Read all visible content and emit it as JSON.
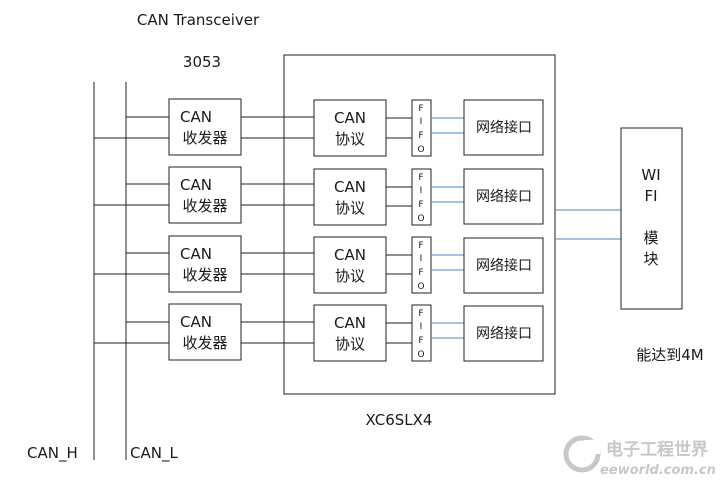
{
  "labels": {
    "transceiver_title": "CAN Transceiver",
    "chip_3053": "3053",
    "fpga_name": "XC6SLX4",
    "can_h": "CAN_H",
    "can_l": "CAN_L",
    "wifi_line1": "WI",
    "wifi_line2": "FI",
    "wifi_line3": "模",
    "wifi_line4": "块",
    "speed_note": "能达到4M"
  },
  "channels": [
    {
      "transceiver_line1": "CAN",
      "transceiver_line2": "收发器",
      "protocol_line1": "CAN",
      "protocol_line2": "协议",
      "fifo": [
        "F",
        "I",
        "F",
        "O"
      ],
      "network": "网络接口"
    },
    {
      "transceiver_line1": "CAN",
      "transceiver_line2": "收发器",
      "protocol_line1": "CAN",
      "protocol_line2": "协议",
      "fifo": [
        "F",
        "I",
        "F",
        "O"
      ],
      "network": "网络接口"
    },
    {
      "transceiver_line1": "CAN",
      "transceiver_line2": "收发器",
      "protocol_line1": "CAN",
      "protocol_line2": "协议",
      "fifo": [
        "F",
        "I",
        "F",
        "O"
      ],
      "network": "网络接口"
    },
    {
      "transceiver_line1": "CAN",
      "transceiver_line2": "收发器",
      "protocol_line1": "CAN",
      "protocol_line2": "协议",
      "fifo": [
        "F",
        "I",
        "F",
        "O"
      ],
      "network": "网络接口"
    }
  ],
  "watermark": {
    "logo_cn": "电子工程世界",
    "logo_en": "eeworld.com.cn"
  },
  "colors": {
    "line_black": "#222222",
    "line_blue": "#4f86c6",
    "watermark_grey": "#c8c8c8"
  }
}
